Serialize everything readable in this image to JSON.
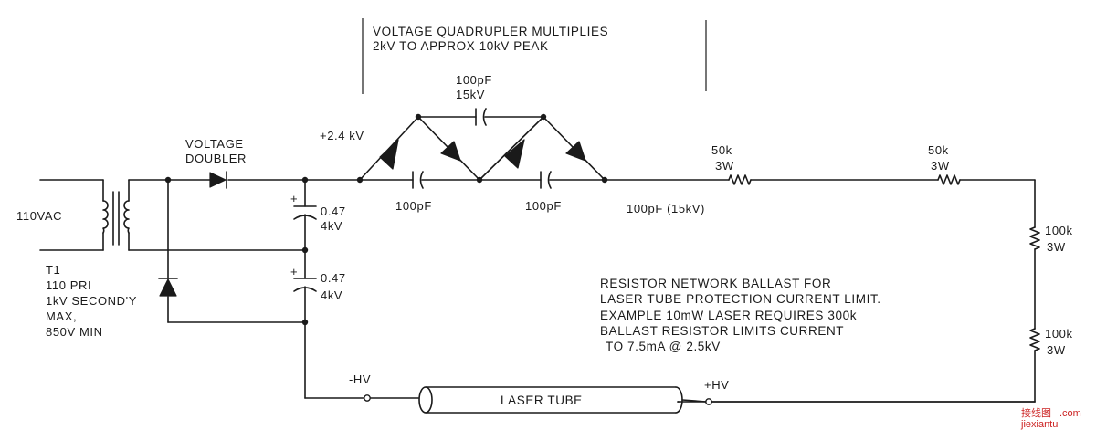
{
  "header": {
    "line1": "VOLTAGE QUADRUPLER MULTIPLIES",
    "line2": "2kV TO APPROX 10kV PEAK"
  },
  "input": {
    "label": "110VAC"
  },
  "transformer": {
    "ref": "T1",
    "line1": "110 PRI",
    "line2": "1kV SECOND'Y",
    "line3": "MAX,",
    "line4": "850V MIN"
  },
  "doubler": {
    "line1": "VOLTAGE",
    "line2": "DOUBLER"
  },
  "capacitors": {
    "c1_value": "0.47",
    "c1_rating": "4kV",
    "c2_value": "0.47",
    "c2_rating": "4kV",
    "plus": "+"
  },
  "quadrupler": {
    "node_voltage": "+2.4 kV",
    "top_cap_value": "100pF",
    "top_cap_rating": "15kV",
    "bottom_cap1": "100pF",
    "bottom_cap2": "100pF",
    "output_cap": "100pF (15kV)"
  },
  "resistors": {
    "r1_value": "50k",
    "r1_power": "3W",
    "r2_value": "50k",
    "r2_power": "3W",
    "r3_value": "100k",
    "r3_power": "3W",
    "r4_value": "100k",
    "r4_power": "3W"
  },
  "note": {
    "line1": "RESISTOR NETWORK BALLAST FOR",
    "line2": "LASER TUBE PROTECTION CURRENT LIMIT.",
    "line3": "EXAMPLE 10mW LASER REQUIRES 300k",
    "line4": "BALLAST RESISTOR LIMITS CURRENT",
    "line5": "TO 7.5mA @ 2.5kV"
  },
  "laser": {
    "label": "LASER TUBE",
    "neg_hv": "-HV",
    "pos_hv": "+HV"
  },
  "watermark": {
    "line1": "接线图",
    "line2": ".com",
    "line3": "jiexiantu"
  }
}
